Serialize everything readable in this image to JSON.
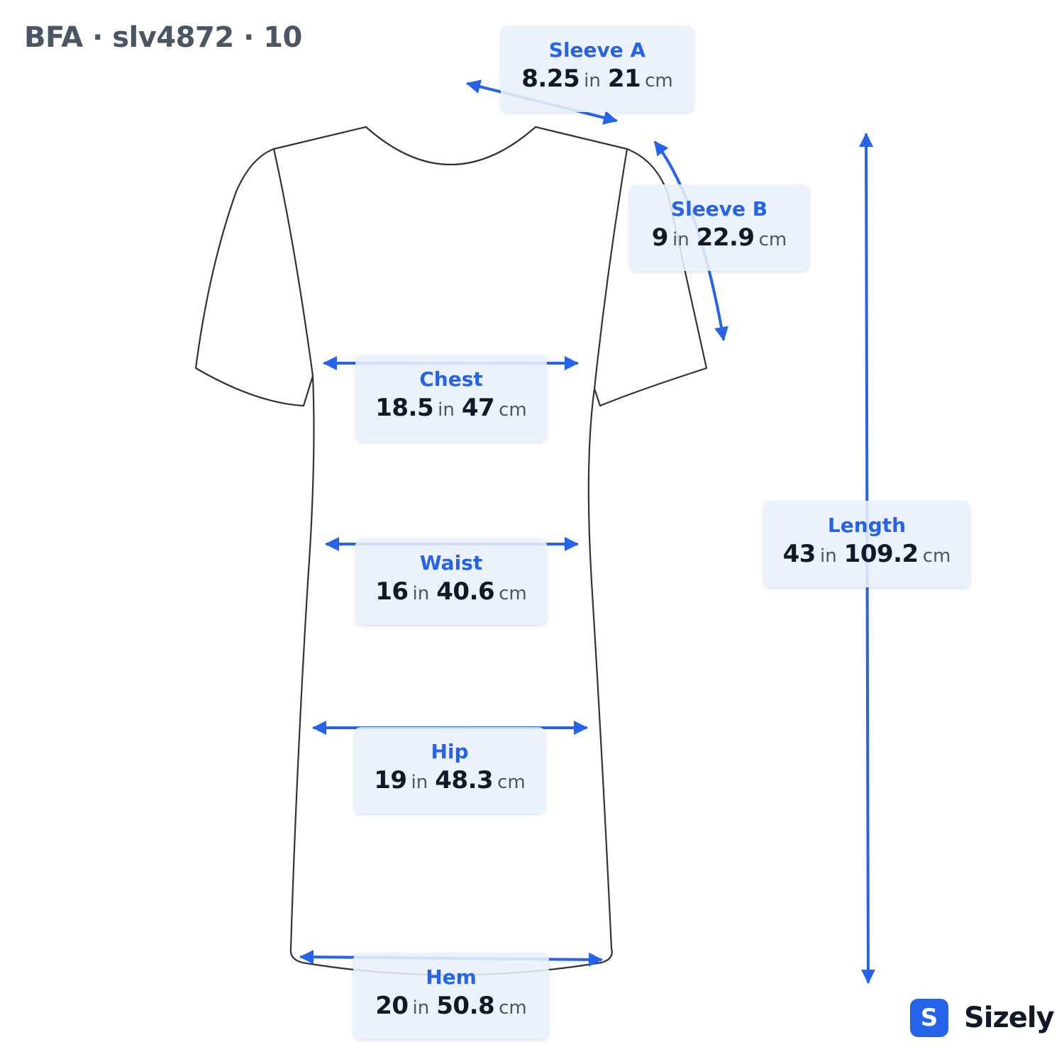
{
  "header": {
    "title": "BFA · slv4872 · 10"
  },
  "colors": {
    "accent": "#2563eb",
    "label_bg": "#e9f0fb",
    "outline": "#333333",
    "text": "#111827"
  },
  "measurements": [
    {
      "id": "sleeve-a",
      "name": "Sleeve A",
      "in_value": "8.25",
      "in_unit": "in",
      "cm_value": "21",
      "cm_unit": "cm"
    },
    {
      "id": "sleeve-b",
      "name": "Sleeve B",
      "in_value": "9",
      "in_unit": "in",
      "cm_value": "22.9",
      "cm_unit": "cm"
    },
    {
      "id": "chest",
      "name": "Chest",
      "in_value": "18.5",
      "in_unit": "in",
      "cm_value": "47",
      "cm_unit": "cm"
    },
    {
      "id": "waist",
      "name": "Waist",
      "in_value": "16",
      "in_unit": "in",
      "cm_value": "40.6",
      "cm_unit": "cm"
    },
    {
      "id": "hip",
      "name": "Hip",
      "in_value": "19",
      "in_unit": "in",
      "cm_value": "48.3",
      "cm_unit": "cm"
    },
    {
      "id": "hem",
      "name": "Hem",
      "in_value": "20",
      "in_unit": "in",
      "cm_value": "50.8",
      "cm_unit": "cm"
    },
    {
      "id": "length",
      "name": "Length",
      "in_value": "43",
      "in_unit": "in",
      "cm_value": "109.2",
      "cm_unit": "cm"
    }
  ],
  "brand": {
    "logo_letter": "S",
    "name": "Sizely"
  }
}
